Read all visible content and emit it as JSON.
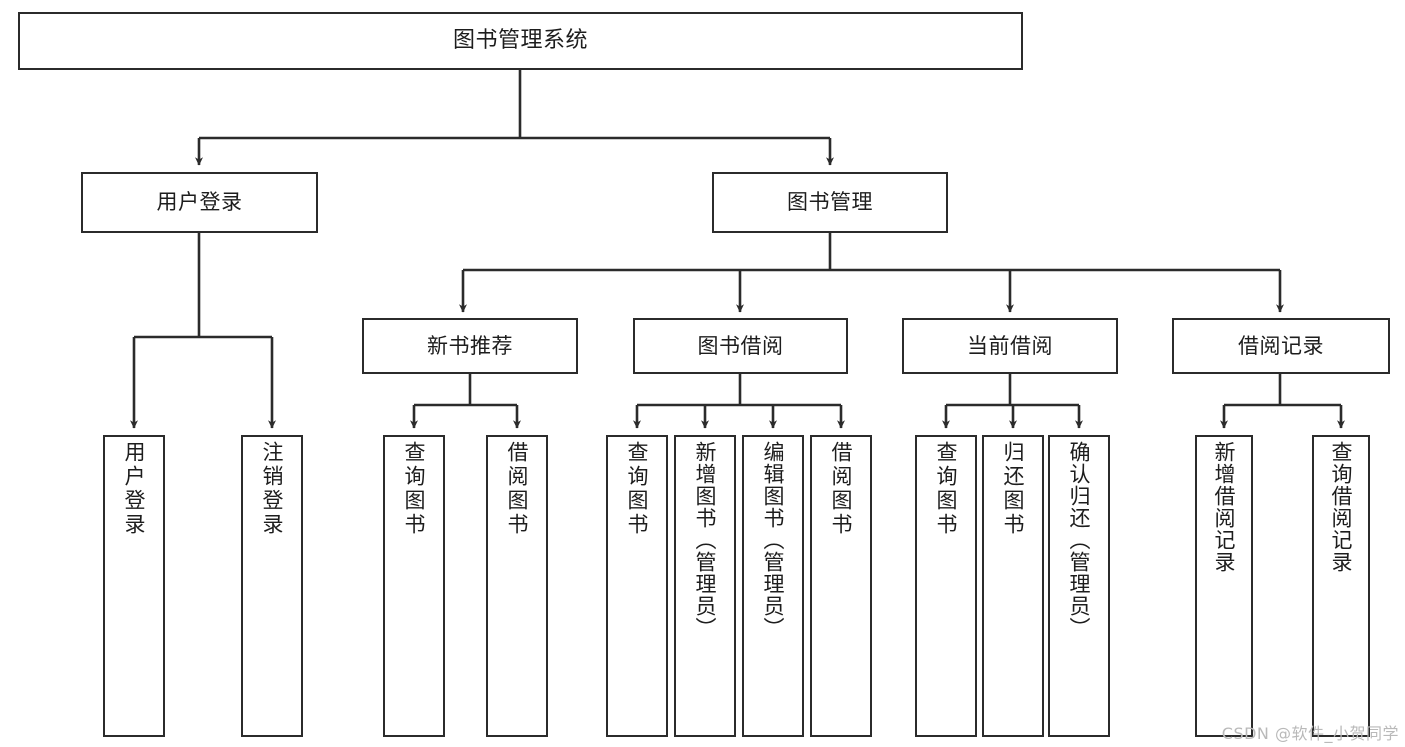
{
  "diagram": {
    "title": "图书管理系统",
    "watermark": "CSDN @软件_小贺同学",
    "colors": {
      "stroke": "#2b2b2b",
      "fill": "#ffffff",
      "text": "#1d1d1d",
      "watermark": "#b9b9b9"
    },
    "nodes": {
      "root": {
        "label": "图书管理系统"
      },
      "level1": [
        {
          "label": "用户登录"
        },
        {
          "label": "图书管理"
        }
      ],
      "level2": [
        {
          "label": "新书推荐"
        },
        {
          "label": "图书借阅"
        },
        {
          "label": "当前借阅"
        },
        {
          "label": "借阅记录"
        }
      ],
      "leaves_user_login": [
        {
          "label": "用户登录"
        },
        {
          "label": "注销登录"
        }
      ],
      "leaves_new_books": [
        {
          "label": "查询图书"
        },
        {
          "label": "借阅图书"
        }
      ],
      "leaves_book_borrow": [
        {
          "label": "查询图书"
        },
        {
          "label": "新增图书（管理员）"
        },
        {
          "label": "编辑图书（管理员）"
        },
        {
          "label": "借阅图书"
        }
      ],
      "leaves_current_borrow": [
        {
          "label": "查询图书"
        },
        {
          "label": "归还图书"
        },
        {
          "label": "确认归还（管理员）"
        }
      ],
      "leaves_borrow_record": [
        {
          "label": "新增借阅记录"
        },
        {
          "label": "查询借阅记录"
        }
      ]
    }
  }
}
